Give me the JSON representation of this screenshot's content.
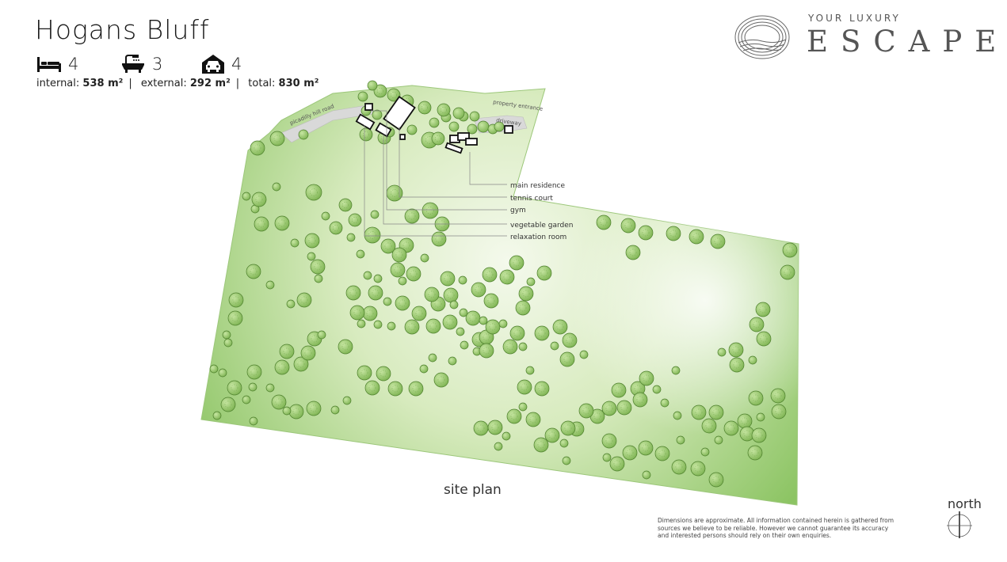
{
  "property": {
    "name": "Hogans Bluff",
    "stats": [
      {
        "icon": "bed-icon",
        "value": "4"
      },
      {
        "icon": "bath-icon",
        "value": "3"
      },
      {
        "icon": "car-icon",
        "value": "4"
      }
    ],
    "areas": [
      {
        "label": "internal:",
        "value": "538 m²"
      },
      {
        "label": "external:",
        "value": "292 m²"
      },
      {
        "label": "total:",
        "value": "830 m²"
      }
    ],
    "area_separator": "|"
  },
  "brand": {
    "tagline": "YOUR LUXURY",
    "wordmark": "ESCAPE",
    "icon": "sunset-rings-logo-icon"
  },
  "map": {
    "caption": "site plan",
    "roads": [
      "picadilly hill road",
      "property entrance",
      "driveway"
    ],
    "legend": [
      "main residence",
      "tennis court",
      "gym",
      "vegetable garden",
      "relaxation room"
    ],
    "colors": {
      "land_light": "#f4f9ec",
      "land_dark": "#8cc463",
      "tree": "#86bf5a",
      "tree_stroke": "#4d7f2c",
      "leader": "#777777"
    }
  },
  "compass": {
    "label": "north",
    "icon": "north-arrow-icon"
  },
  "disclaimer": "Dimensions are approximate.  All information contained herein is gathered from sources we believe to be reliable.  However we cannot guarantee its accuracy and interested persons should rely on their own enquiries."
}
